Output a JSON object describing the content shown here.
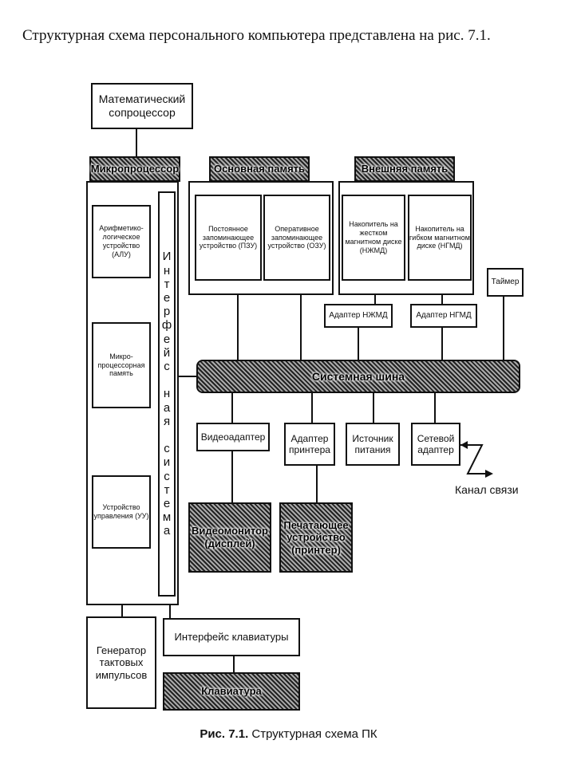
{
  "intro_text": "Структурная схема персонального компьютера представлена на рис. 7.1.",
  "caption": {
    "label": "Рис. 7.1.",
    "text": "Структурная схема ПК"
  },
  "blocks": {
    "math_coprocessor": "Математический сопроцессор",
    "microprocessor": "Микропроцессор",
    "main_memory": "Основная память",
    "external_memory": "Внешняя память",
    "alu": "Арифметико-логическое устройство (АЛУ)",
    "mp_memory": "Микро-процессорная память",
    "control_unit": "Устройство управления (УУ)",
    "interface_system": "Интерфейсная система",
    "rom": "Постоянное запоминающее устройство (ПЗУ)",
    "ram": "Оперативное запоминающее устройство (ОЗУ)",
    "hdd": "Накопитель на жестком магнитном диске (НЖМД)",
    "fdd": "Накопитель на гибком магнитном диске (НГМД)",
    "timer": "Таймер",
    "hdd_adapter": "Адаптер НЖМД",
    "fdd_adapter": "Адаптер НГМД",
    "system_bus": "Системная шина",
    "video_adapter": "Видеоадаптер",
    "printer_adapter": "Адаптер принтера",
    "power_supply": "Источник питания",
    "network_adapter": "Сетевой адаптер",
    "comm_channel": "Канал связи",
    "monitor": "Видеомонитор (дисплей)",
    "printer": "Печатающее устройство (принтер)",
    "clock_generator": "Генератор тактовых импульсов",
    "keyboard_interface": "Интерфейс клавиатуры",
    "keyboard": "Клавиатура"
  }
}
